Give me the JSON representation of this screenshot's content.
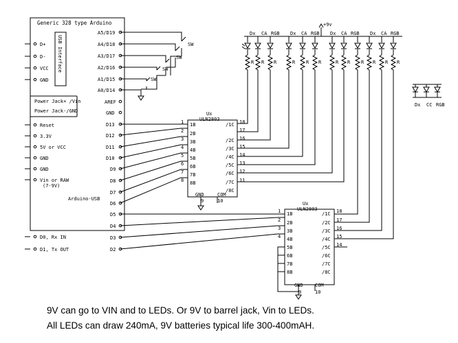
{
  "arduino": {
    "title": "Generic 328 type Arduino",
    "usb_label": "USB Interface",
    "bottom_label": "Arduino-USB",
    "left_pins": [
      {
        "label": "D+"
      },
      {
        "label": "D-"
      },
      {
        "label": "VCC"
      },
      {
        "label": "GND"
      },
      {
        "label": "Power Jack+ /Vin"
      },
      {
        "label": "Power Jack-/GND"
      },
      {
        "label": "Reset"
      },
      {
        "label": "3.3V"
      },
      {
        "label": "5V or VCC"
      },
      {
        "label": "GND"
      },
      {
        "label": "GND"
      },
      {
        "label": "Vin or RAW"
      },
      {
        "label": "(7-9V)"
      },
      {
        "label": "D0, Rx IN"
      },
      {
        "label": "D1, Tx OUT"
      }
    ],
    "right_pins": [
      {
        "label": "A5/D19"
      },
      {
        "label": "A4/D18"
      },
      {
        "label": "A3/D17"
      },
      {
        "label": "A2/D16"
      },
      {
        "label": "A1/D15"
      },
      {
        "label": "A0/D14"
      },
      {
        "label": "AREF"
      },
      {
        "label": "GND"
      },
      {
        "label": "D13"
      },
      {
        "label": "D12"
      },
      {
        "label": "D11"
      },
      {
        "label": "D10"
      },
      {
        "label": "D9"
      },
      {
        "label": "D8"
      },
      {
        "label": "D7"
      },
      {
        "label": "D6"
      },
      {
        "label": "D5"
      },
      {
        "label": "D4"
      },
      {
        "label": "D3"
      },
      {
        "label": "D2"
      }
    ]
  },
  "switch_label": "SW",
  "resistor_label": "R",
  "supply_label": "+9v",
  "led_labels": {
    "dx": "Dx",
    "cc": "CC",
    "rgb": "RGB",
    "ca": "CA"
  },
  "chip1": {
    "ux": "Ux",
    "name": "ULN2803",
    "inputs": [
      "1B",
      "2B",
      "3B",
      "4B",
      "5B",
      "6B",
      "7B",
      "8B"
    ],
    "outputs": [
      "/1C",
      "/2C",
      "/3C",
      "/4C",
      "/5C",
      "/6C",
      "/7C",
      "/8C"
    ],
    "in_pins": [
      "1",
      "2",
      "3",
      "4",
      "5",
      "6",
      "7",
      "8"
    ],
    "out_pins": [
      "18",
      "17",
      "16",
      "15",
      "14",
      "13",
      "12",
      "11"
    ],
    "gnd": "GND",
    "com": "COM",
    "gnd_pin": "9",
    "com_pin": "10"
  },
  "chip2": {
    "ux": "Ux",
    "name": "ULN2803",
    "inputs": [
      "1B",
      "2B",
      "3B",
      "4B",
      "5B",
      "6B",
      "7B",
      "8B"
    ],
    "outputs": [
      "/1C",
      "/2C",
      "/3C",
      "/4C",
      "/5C",
      "/6C",
      "/7C",
      "/8C"
    ],
    "in_pins": [
      "1",
      "2",
      "3",
      "4"
    ],
    "out_pins": [
      "18",
      "17",
      "16",
      "15",
      "14"
    ],
    "gnd": "GND",
    "com": "COM",
    "gnd_pin": "9",
    "com_pin": "10"
  },
  "caption": {
    "line1": "9V can go to VIN and to LEDs. Or 9V to barrel jack, Vin to LEDs.",
    "line2": "All LEDs can draw 240mA, 9V batteries typical life 300-400mAH."
  }
}
